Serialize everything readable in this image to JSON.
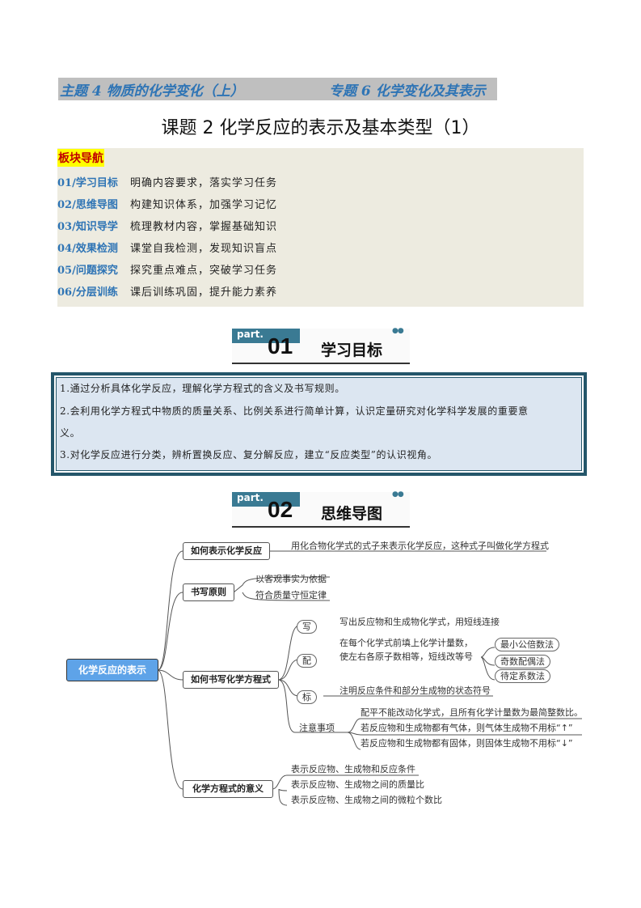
{
  "header": {
    "topic": "主题 4  物质的化学变化（上）",
    "special": "专题 6  化学变化及其表示"
  },
  "title": "课题 2   化学反应的表示及基本类型（1）",
  "nav": {
    "title": "板块导航",
    "items": [
      {
        "code": "01/学习目标",
        "desc": "明确内容要求，落实学习任务"
      },
      {
        "code": "02/思维导图",
        "desc": "构建知识体系，加强学习记忆"
      },
      {
        "code": "03/知识导学",
        "desc": "梳理教材内容，掌握基础知识"
      },
      {
        "code": "04/效果检测",
        "desc": "课堂自我检测，发现知识盲点"
      },
      {
        "code": "05/问题探究",
        "desc": "探究重点难点，突破学习任务"
      },
      {
        "code": "06/分层训练",
        "desc": "课后训练巩固，提升能力素养"
      }
    ]
  },
  "part1": {
    "tag": "part.",
    "num": "01",
    "name": "学习目标"
  },
  "goals": [
    "1.通过分析具体化学反应，理解化学方程式的含义及书写规则。",
    "2.会利用化学方程式中物质的质量关系、比例关系进行简单计算，认识定量研究对化学科学发展的重要意",
    "义。",
    "3.对化学反应进行分类，辨析置换反应、复分解反应，建立“反应类型”的认识视角。"
  ],
  "part2": {
    "tag": "part.",
    "num": "02",
    "name": "思维导图"
  },
  "mindmap": {
    "root": "化学反应的表示",
    "b1": {
      "label": "如何表示化学反应",
      "text": "用化合物化学式的式子来表示化学反应，这种式子叫做化学方程式"
    },
    "b2": {
      "label": "书写原则",
      "items": [
        "以客观事实为依据",
        "符合质量守恒定律"
      ]
    },
    "b3": {
      "label": "如何书写化学方程式",
      "write": "写",
      "write_text": "写出反应物和生成物化学式，用短线连接",
      "balance": "配",
      "balance_text": [
        "在每个化学式前填上化学计量数，",
        "使左右各原子数相等，短线改等号"
      ],
      "methods": [
        "最小公倍数法",
        "奇数配偶法",
        "待定系数法"
      ],
      "mark": "标",
      "mark_text": "注明反应条件和部分生成物的状态符号",
      "notes": "注意事项",
      "notes_items": [
        "配平不能改动化学式，且所有化学计量数为最简整数比。",
        "若反应物和生成物都有气体，则气体生成物不用标“↑”",
        "若反应物和生成物都有固体，则固体生成物不用标“↓”"
      ]
    },
    "b4": {
      "label": "化学方程式的意义",
      "items": [
        "表示反应物、生成物和反应条件",
        "表示反应物、生成物之间的质量比",
        "表示反应物、生成物之间的微粒个数比"
      ]
    }
  }
}
